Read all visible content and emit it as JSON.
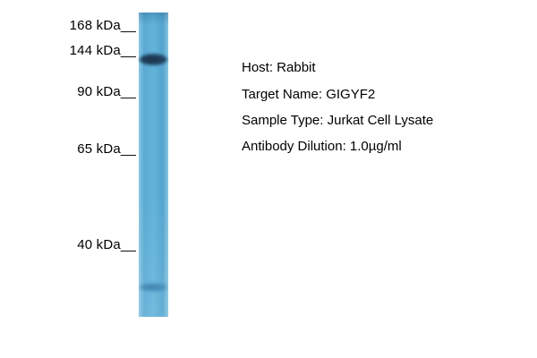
{
  "figure": {
    "background_color": "#ffffff",
    "lane": {
      "base_color": "#5aaad4",
      "edge_color": "#8cc8e2",
      "bands": [
        {
          "name": "strong-band-near-144kDa",
          "color": "#1d3a57"
        },
        {
          "name": "faint-lower-band",
          "color": "#2e6f9e"
        }
      ]
    },
    "markers": [
      {
        "label": "168 kDa__"
      },
      {
        "label": "144 kDa__"
      },
      {
        "label": "90 kDa__"
      },
      {
        "label": "65 kDa__"
      },
      {
        "label": "40 kDa__"
      }
    ],
    "annotations": [
      "Host: Rabbit",
      "Target Name: GIGYF2",
      "Sample Type: Jurkat Cell Lysate",
      "Antibody Dilution: 1.0µg/ml"
    ]
  }
}
